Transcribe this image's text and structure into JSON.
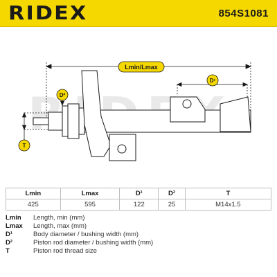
{
  "header": {
    "brand": "RIDEX",
    "part_number": "854S1081"
  },
  "watermark": "RIDEX",
  "diagram": {
    "length_label": "Lmin/Lmax",
    "d1_label": "D¹",
    "d2_label": "D²",
    "t_label": "T"
  },
  "table": {
    "headers": [
      "Lmin",
      "Lmax",
      "D¹",
      "D²",
      "T"
    ],
    "values": [
      "425",
      "595",
      "122",
      "25",
      "M14x1.5"
    ]
  },
  "legend": [
    {
      "key": "Lmin",
      "desc": "Length, min (mm)"
    },
    {
      "key": "Lmax",
      "desc": "Length, max (mm)"
    },
    {
      "key": "D¹",
      "desc": "Body diameter / bushing width (mm)"
    },
    {
      "key": "D²",
      "desc": "Piston rod diameter / bushing width (mm)"
    },
    {
      "key": "T",
      "desc": "Piston rod thread size"
    }
  ],
  "colors": {
    "brand_yellow": "#f5d800",
    "line": "#1a1a1a"
  }
}
